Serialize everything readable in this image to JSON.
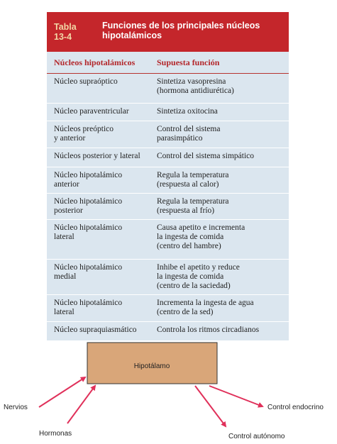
{
  "table": {
    "tag": "Tabla 13-4",
    "title": "Funciones de los principales núcleos hipotalámicos",
    "columns": [
      "Núcleos hipotalámicos",
      "Supuesta función"
    ],
    "rows": [
      {
        "nucleus": "Núcleo supraóptico",
        "function": "Sintetiza vasopresina\n   (hormona antidiurética)"
      },
      {
        "nucleus": "Núcleo paraventricular",
        "function": "Sintetiza oxitocina"
      },
      {
        "nucleus": "Núcleos preóptico\n   y anterior",
        "function": "Control del sistema\n   parasimpático"
      },
      {
        "nucleus": "Núcleos posterior y lateral",
        "function": "Control del sistema simpático"
      },
      {
        "nucleus": "Núcleo hipotalámico\n   anterior",
        "function": "Regula la temperatura\n   (respuesta al calor)"
      },
      {
        "nucleus": "Núcleo hipotalámico\n   posterior",
        "function": "Regula la temperatura\n   (respuesta al frío)"
      },
      {
        "nucleus": "Núcleo hipotalámico\n   lateral",
        "function": "Causa apetito e incrementa\n   la ingesta de comida\n   (centro del hambre)"
      },
      {
        "nucleus": "Núcleo hipotalámico\n   medial",
        "function": "Inhibe el apetito y reduce\n   la ingesta de comida\n   (centro de la saciedad)"
      },
      {
        "nucleus": "Núcleo hipotalámico\n   lateral",
        "function": "Incrementa la ingesta de agua\n   (centro de la sed)"
      },
      {
        "nucleus": "Núcleo supraquiasmático",
        "function": "Controla los ritmos circadianos"
      }
    ]
  },
  "diagram": {
    "box_label": "Hipotálamo",
    "inputs": [
      "Nervios",
      "Hormonas"
    ],
    "outputs": [
      "Control endocrino",
      "Control autónomo"
    ],
    "colors": {
      "box_fill": "#d9a679",
      "box_stroke": "#333333",
      "arrow": "#e0305a",
      "header": "#c4262b",
      "table_bg": "#dbe6ef"
    }
  }
}
